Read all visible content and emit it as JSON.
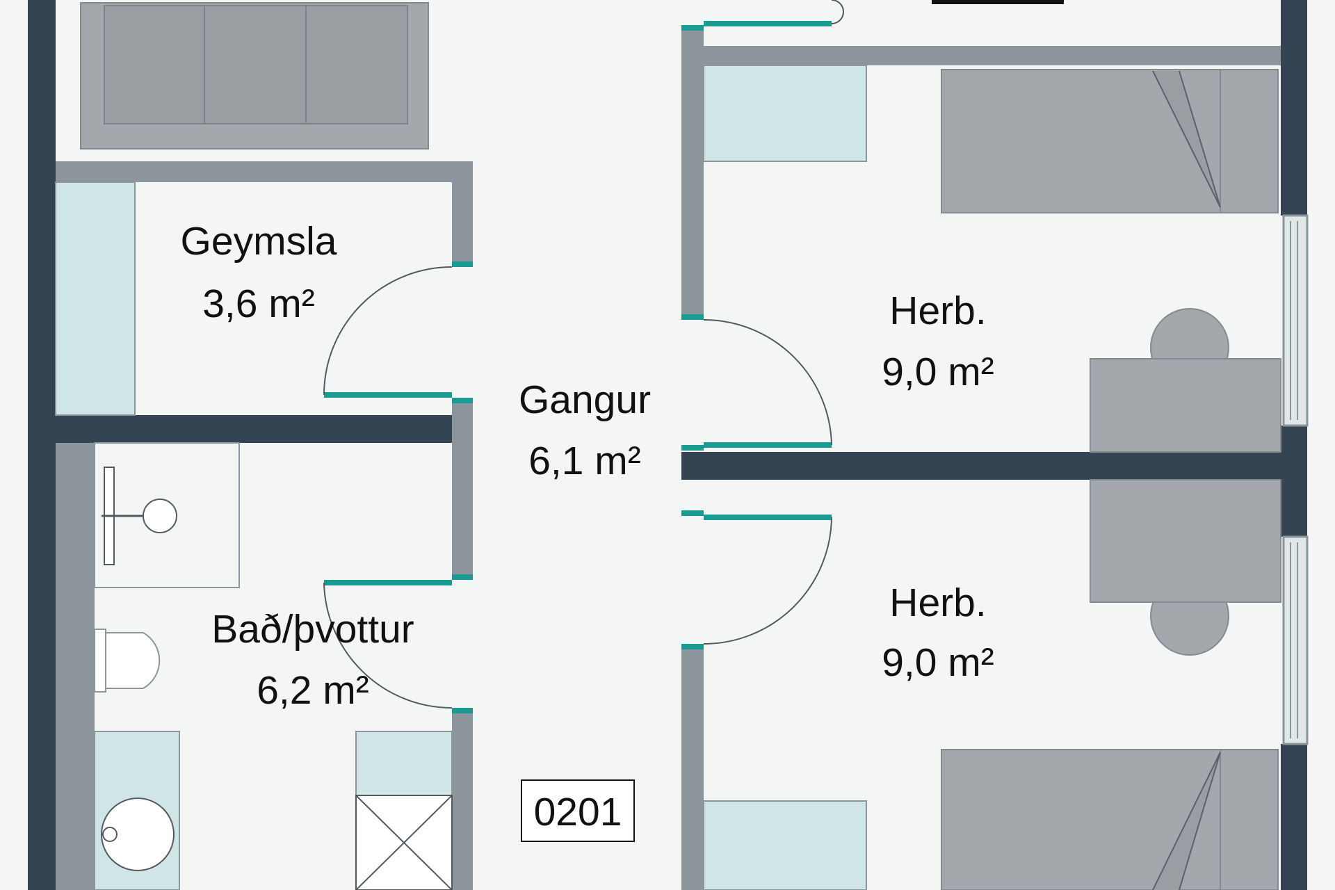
{
  "plan": {
    "unit_label": "0201",
    "colors": {
      "background": "#f4f5f5",
      "exterior_wall": "#344453",
      "interior_wall": "#8d959c",
      "furniture": "#a4a8ac",
      "cabinet": "#d0e6e6",
      "door_leaf": "#1b9c92",
      "line": "#525a60"
    },
    "rooms": [
      {
        "name": "Geymsla",
        "area": "3,6 m²"
      },
      {
        "name": "Gangur",
        "area": "6,1 m²"
      },
      {
        "name": "Herb.",
        "area": "9,0 m²"
      },
      {
        "name": "Herb.",
        "area": "9,0 m²"
      },
      {
        "name": "Bað/þvottur",
        "area": "6,2 m²"
      }
    ]
  }
}
